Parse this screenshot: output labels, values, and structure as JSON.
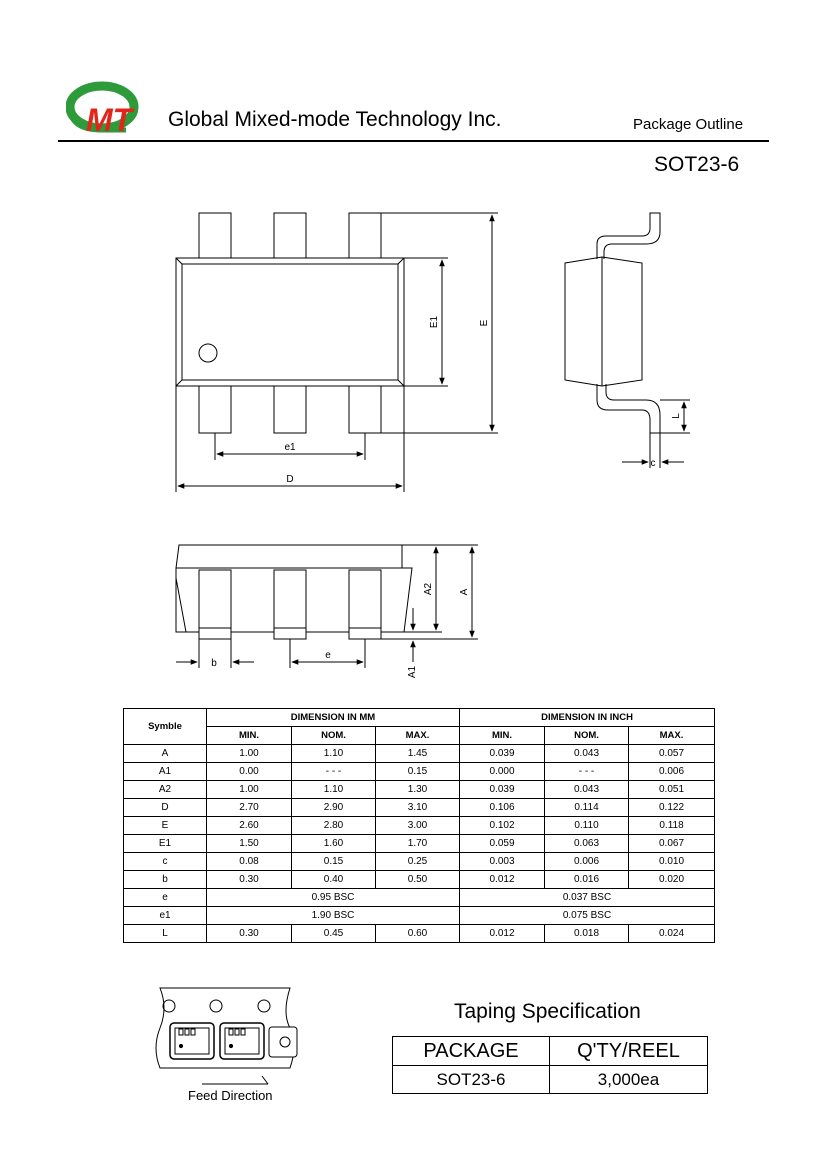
{
  "header": {
    "logo_text": "GMT",
    "company": "Global Mixed-mode Technology Inc.",
    "doc_type": "Package Outline"
  },
  "package_name": "SOT23-6",
  "drawing_labels": {
    "E1": "E1",
    "E": "E",
    "e1": "e1",
    "D": "D",
    "L": "L",
    "c": "c",
    "A2": "A2",
    "A": "A",
    "b": "b",
    "e": "e",
    "A1": "A1"
  },
  "dimension_table": {
    "symbol_header": "Symble",
    "mm_header": "DIMENSION IN MM",
    "inch_header": "DIMENSION IN INCH",
    "sub_headers": [
      "MIN.",
      "NOM.",
      "MAX.",
      "MIN.",
      "NOM.",
      "MAX."
    ],
    "rows": [
      {
        "sym": "A",
        "v": [
          "1.00",
          "1.10",
          "1.45",
          "0.039",
          "0.043",
          "0.057"
        ]
      },
      {
        "sym": "A1",
        "v": [
          "0.00",
          "- - -",
          "0.15",
          "0.000",
          "- - -",
          "0.006"
        ]
      },
      {
        "sym": "A2",
        "v": [
          "1.00",
          "1.10",
          "1.30",
          "0.039",
          "0.043",
          "0.051"
        ]
      },
      {
        "sym": "D",
        "v": [
          "2.70",
          "2.90",
          "3.10",
          "0.106",
          "0.114",
          "0.122"
        ]
      },
      {
        "sym": "E",
        "v": [
          "2.60",
          "2.80",
          "3.00",
          "0.102",
          "0.110",
          "0.118"
        ]
      },
      {
        "sym": "E1",
        "v": [
          "1.50",
          "1.60",
          "1.70",
          "0.059",
          "0.063",
          "0.067"
        ]
      },
      {
        "sym": "c",
        "v": [
          "0.08",
          "0.15",
          "0.25",
          "0.003",
          "0.006",
          "0.010"
        ]
      },
      {
        "sym": "b",
        "v": [
          "0.30",
          "0.40",
          "0.50",
          "0.012",
          "0.016",
          "0.020"
        ]
      }
    ],
    "bsc_rows": [
      {
        "sym": "e",
        "mm": "0.95 BSC",
        "inch": "0.037 BSC"
      },
      {
        "sym": "e1",
        "mm": "1.90 BSC",
        "inch": "0.075 BSC"
      }
    ],
    "last_row": {
      "sym": "L",
      "v": [
        "0.30",
        "0.45",
        "0.60",
        "0.012",
        "0.018",
        "0.024"
      ]
    }
  },
  "taping": {
    "title": "Taping Specification",
    "col_package": "PACKAGE",
    "col_qty": "Q'TY/REEL",
    "package": "SOT23-6",
    "qty": "3,000ea",
    "feed_label": "Feed Direction"
  },
  "colors": {
    "logo_green": "#2e9a3a",
    "logo_red": "#e1251b",
    "ink": "#000000"
  }
}
